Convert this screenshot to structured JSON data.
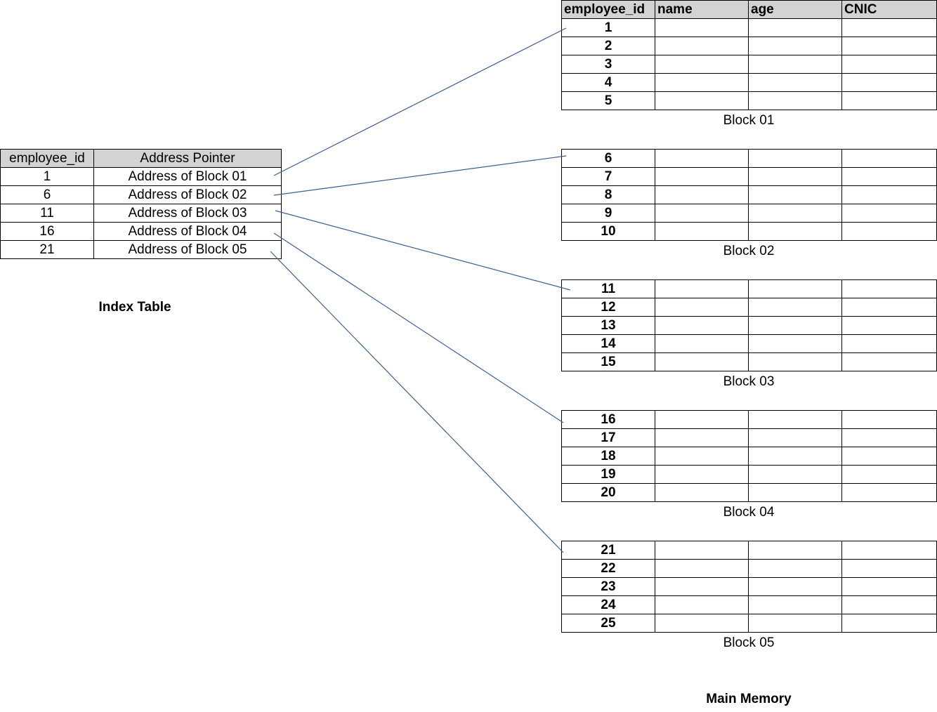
{
  "index_table": {
    "headers": [
      "employee_id",
      "Address Pointer"
    ],
    "rows": [
      [
        "1",
        "Address of Block 01"
      ],
      [
        "6",
        "Address of Block 02"
      ],
      [
        "11",
        "Address of Block 03"
      ],
      [
        "16",
        "Address of Block 04"
      ],
      [
        "21",
        "Address of Block 05"
      ]
    ],
    "caption": "Index Table"
  },
  "main_memory": {
    "headers": [
      "employee_id",
      "name",
      "age",
      "CNIC"
    ],
    "blocks": [
      {
        "label": "Block 01",
        "ids": [
          "1",
          "2",
          "3",
          "4",
          "5"
        ]
      },
      {
        "label": "Block 02",
        "ids": [
          "6",
          "7",
          "8",
          "9",
          "10"
        ]
      },
      {
        "label": "Block 03",
        "ids": [
          "11",
          "12",
          "13",
          "14",
          "15"
        ]
      },
      {
        "label": "Block 04",
        "ids": [
          "16",
          "17",
          "18",
          "19",
          "20"
        ]
      },
      {
        "label": "Block 05",
        "ids": [
          "21",
          "22",
          "23",
          "24",
          "25"
        ]
      }
    ],
    "caption": "Main Memory"
  },
  "colors": {
    "header_fill": "#d3d3d3",
    "pointer_line": "#3b5f8f"
  }
}
